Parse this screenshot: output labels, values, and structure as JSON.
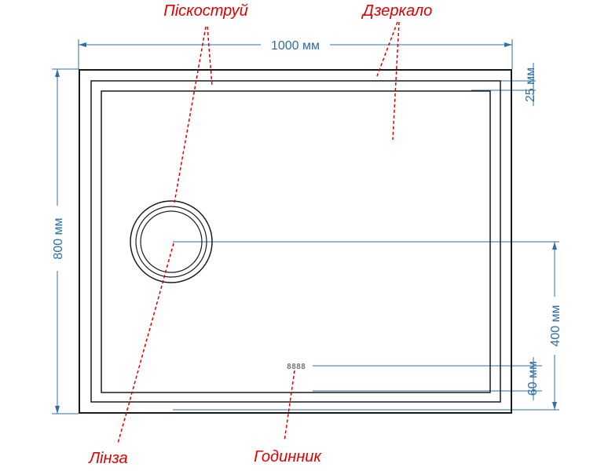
{
  "colors": {
    "callout": "#e00000",
    "dimension": "#2f6ea6",
    "frame": "#1a1a1a"
  },
  "callouts": {
    "sandblast": "Піскоструй",
    "mirror": "Дзеркало",
    "lens": "Лінза",
    "clock": "Годинник"
  },
  "dimensions": {
    "width": "1000 мм",
    "height": "800 мм",
    "border": "25 мм",
    "lens_height": "400 мм",
    "clock_offset": "60 мм"
  },
  "clock_display": "8888"
}
